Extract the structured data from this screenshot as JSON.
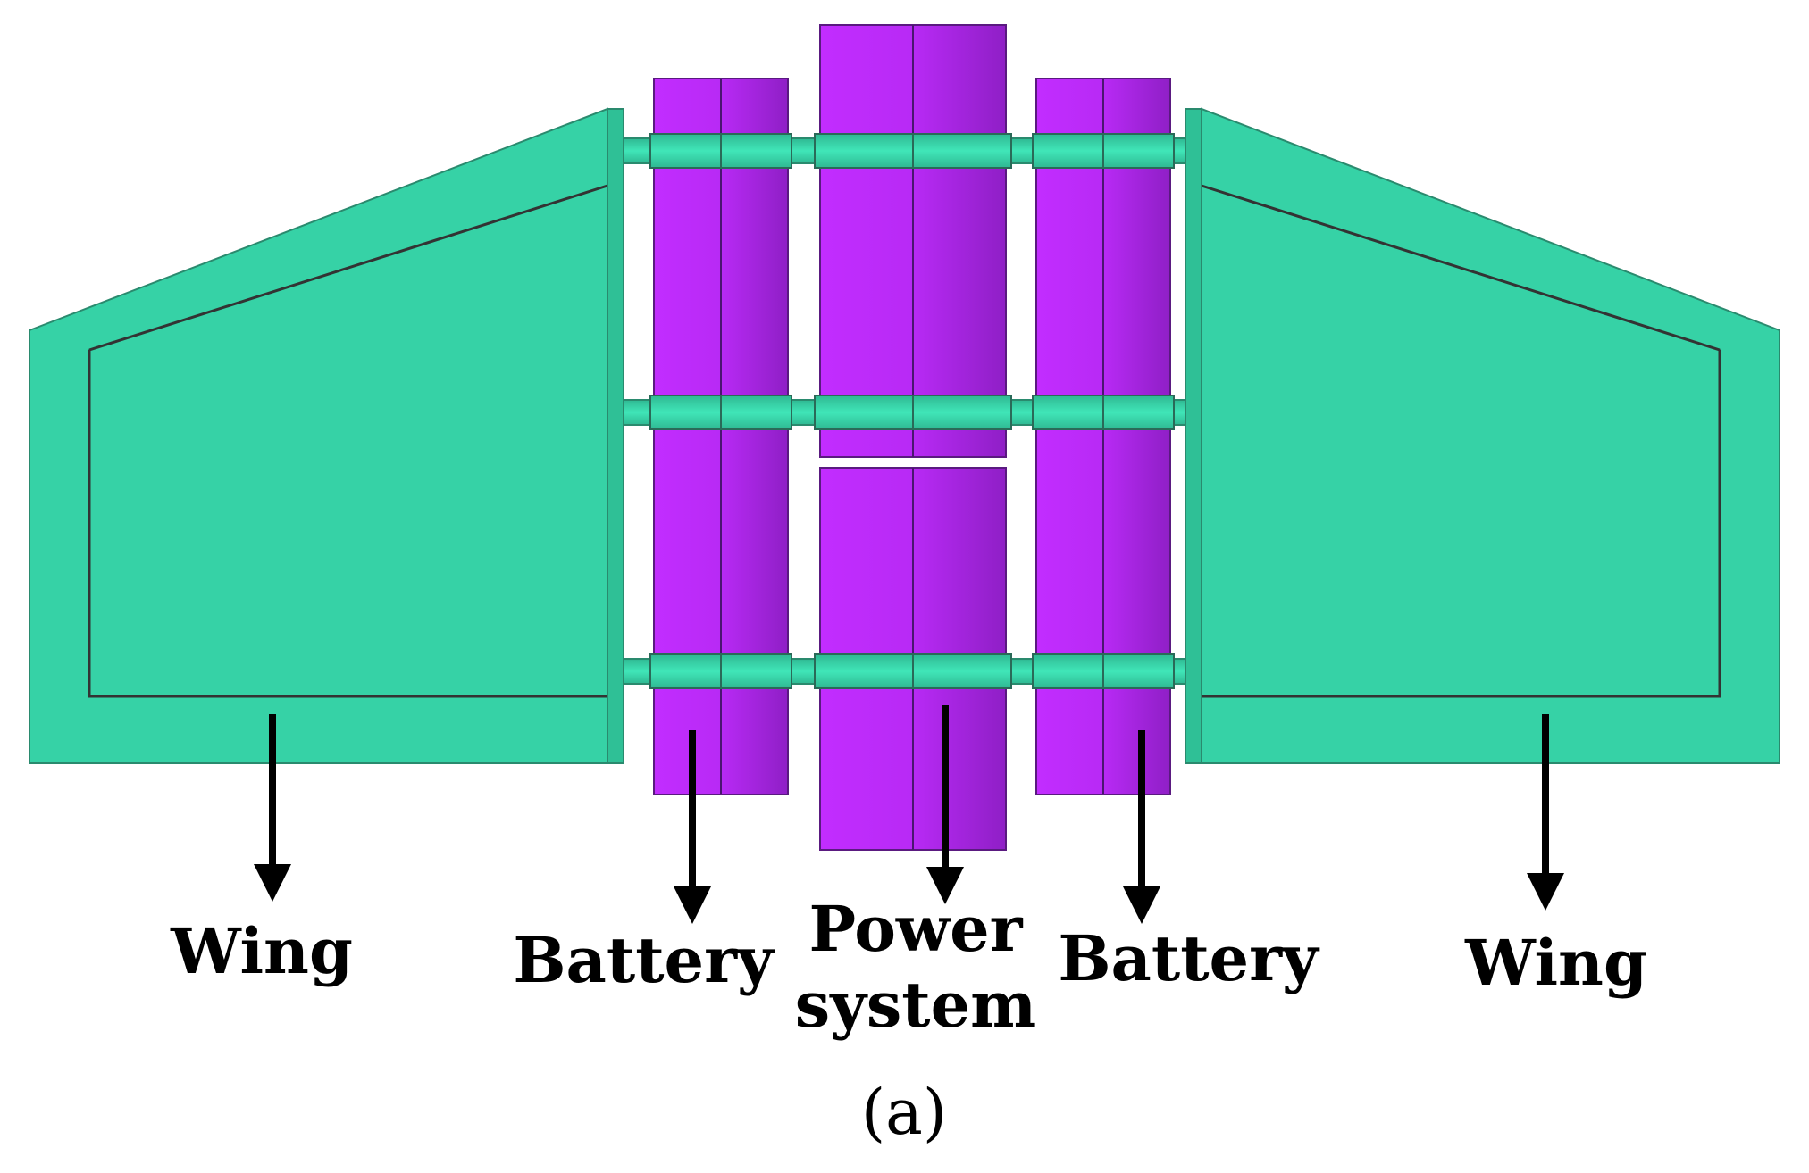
{
  "labels": {
    "wing_left": "Wing",
    "battery_left": "Battery",
    "power_line1": "Power",
    "power_line2": "system",
    "battery_right": "Battery",
    "wing_right": "Wing",
    "caption": "(a)"
  },
  "colors": {
    "wing": "#36d2a6",
    "wing_stroke": "#2a8a6e",
    "band": "#3ddcb0",
    "cylinder_light": "#c22dff",
    "cylinder_dark": "#8f1fc6",
    "outline": "#333333",
    "arrow": "#000000"
  }
}
